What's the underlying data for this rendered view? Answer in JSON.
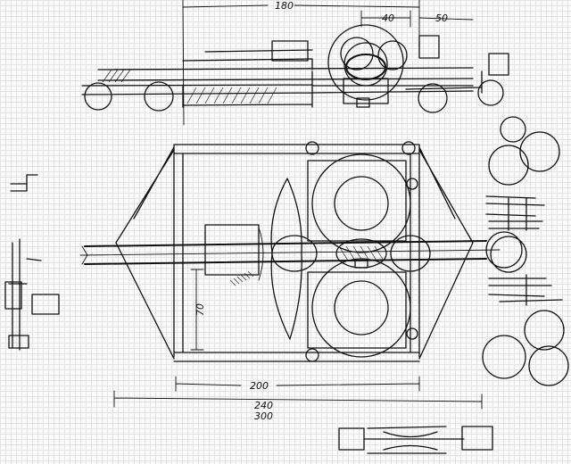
{
  "dimensions": {
    "top_width": "180",
    "top_offset_a": "40",
    "top_offset_b": "50",
    "plan_height": "70",
    "plan_width": "200",
    "overall_a": "240",
    "overall_b": "300"
  }
}
